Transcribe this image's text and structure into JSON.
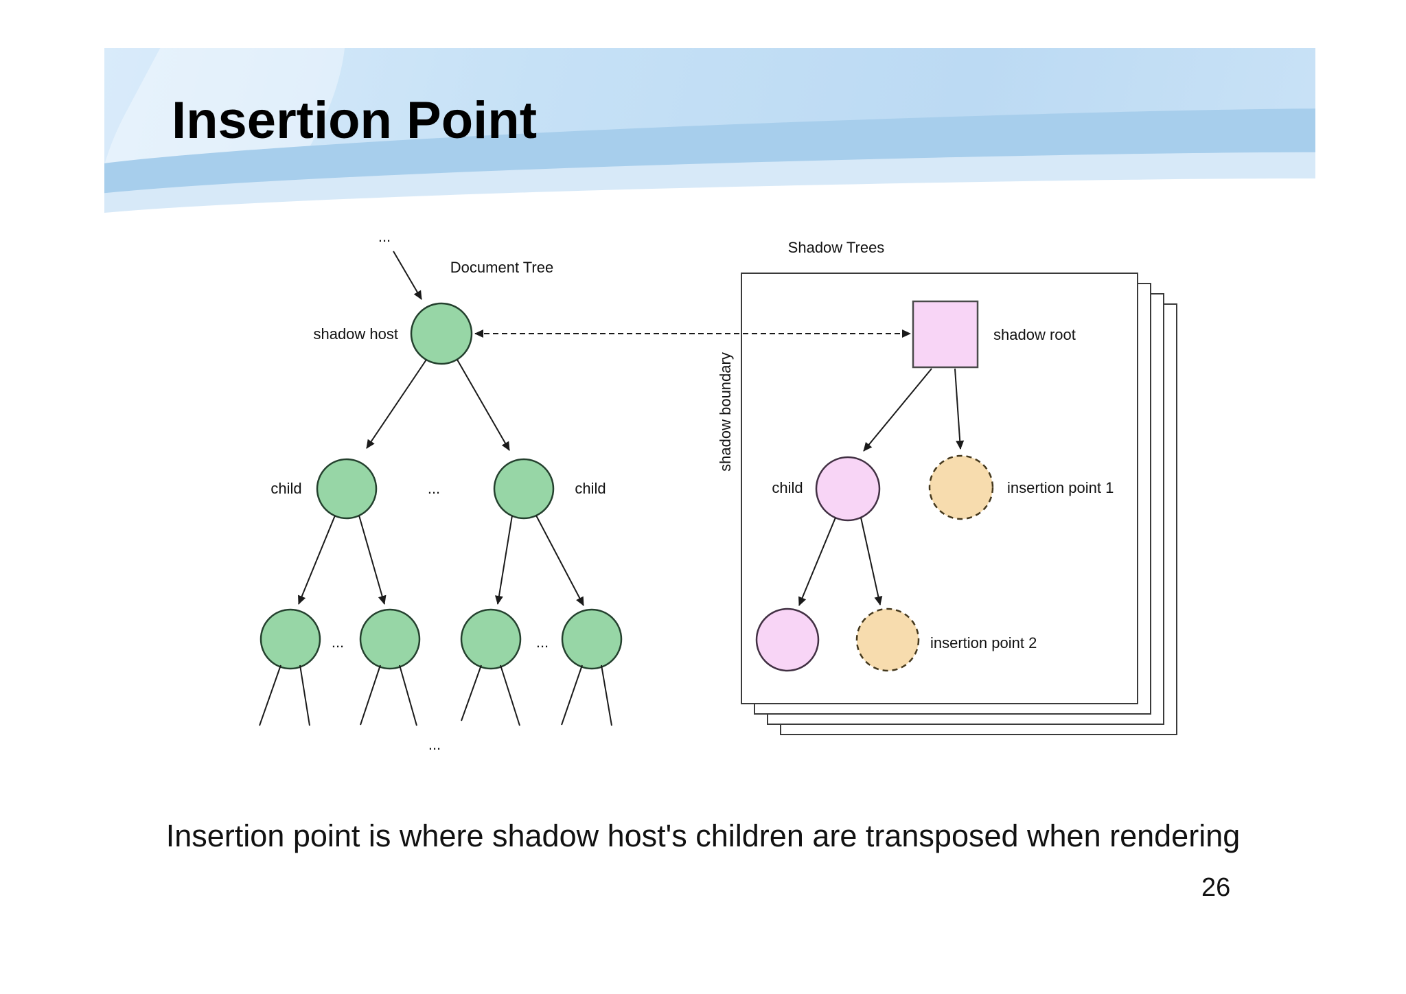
{
  "slide": {
    "title": "Insertion Point",
    "caption": "Insertion point is where shadow host's children are transposed when rendering",
    "page_number": "26"
  },
  "document_tree": {
    "title": "Document Tree",
    "shadow_host_label": "shadow host",
    "child_label_left": "child",
    "child_label_right": "child",
    "ellipsis": "..."
  },
  "shadow_trees": {
    "title": "Shadow Trees",
    "boundary_label": "shadow boundary",
    "shadow_root_label": "shadow root",
    "child_label": "child",
    "insertion_point_1_label": "insertion point 1",
    "insertion_point_2_label": "insertion point 2"
  },
  "colors": {
    "document_node_fill": "#97d6a6",
    "document_node_stroke": "#24402e",
    "shadow_node_fill": "#f8d5f6",
    "shadow_node_stroke": "#413043",
    "insertion_point_fill": "#f7dcae",
    "insertion_point_stroke": "#44381d",
    "edge": "#1a1a1a",
    "panel_border": "#3a3a3a",
    "banner_blue": "#c6e1f6",
    "banner_wave": "#a7ceec",
    "title_color": "#000000"
  }
}
